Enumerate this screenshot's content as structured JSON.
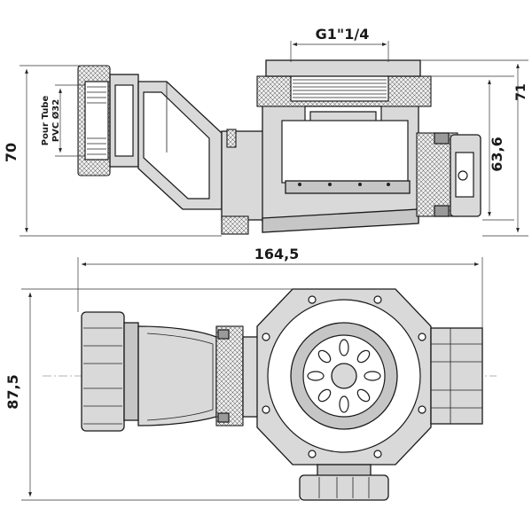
{
  "dimensions": {
    "thread": "G1\"1/4",
    "height_left": "70",
    "height_mid": "63,6",
    "height_right": "71",
    "length": "164,5",
    "depth": "87,5"
  },
  "tube_note": {
    "line1": "Pour Tube",
    "line2": "PVC Ø32"
  }
}
